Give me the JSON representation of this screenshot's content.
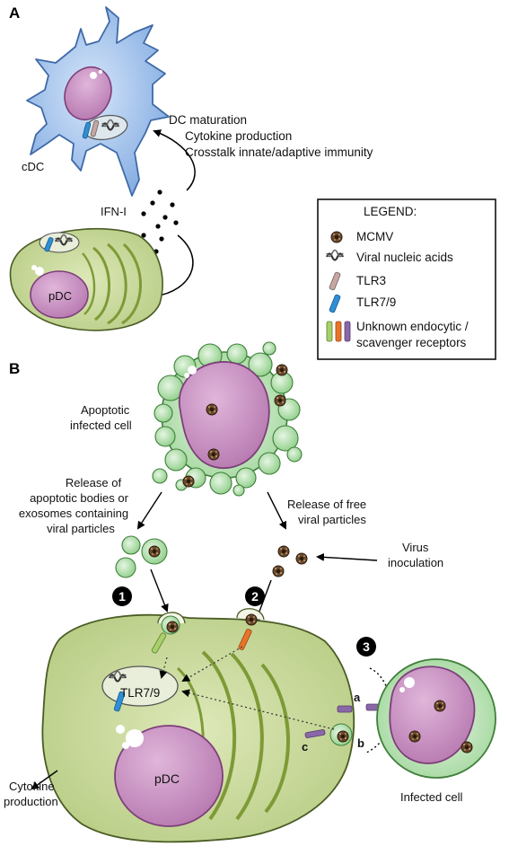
{
  "panels": {
    "a": "A",
    "b": "B"
  },
  "panel_a": {
    "cdc_label": "cDC",
    "pdc_label": "pDC",
    "ifn_label": "IFN-I",
    "effects": [
      "DC maturation",
      "Cytokine production",
      "Crosstalk innate/adaptive immunity"
    ]
  },
  "legend": {
    "title": "LEGEND:",
    "items": [
      {
        "label": "MCMV",
        "icon": "mcmv-virion-icon"
      },
      {
        "label": "Viral nucleic acids",
        "icon": "viral-nucleic-acid-icon"
      },
      {
        "label": "TLR3",
        "icon": "tlr3-icon"
      },
      {
        "label": "TLR7/9",
        "icon": "tlr79-icon"
      },
      {
        "label_lines": [
          "Unknown endocytic /",
          "scavenger receptors"
        ],
        "icon": "scavenger-receptors-icon"
      }
    ]
  },
  "panel_b": {
    "apoptotic_lines": [
      "Apoptotic",
      "infected cell"
    ],
    "release_bodies_lines": [
      "Release of",
      "apoptotic bodies or",
      "exosomes containing",
      "viral particles"
    ],
    "release_free_lines": [
      "Release of free",
      "viral particles"
    ],
    "virus_inoculation_lines": [
      "Virus",
      "inoculation"
    ],
    "route_1": "1",
    "route_2": "2",
    "route_3": "3",
    "tlr_label": "TLR7/9",
    "pdc_label": "pDC",
    "cytokine_lines": [
      "Cytokine",
      "production"
    ],
    "infected_cell_label": "Infected cell",
    "contact_a": "a",
    "contact_b": "b",
    "contact_c": "c"
  },
  "colors": {
    "cdc_body": "#a9c8ee",
    "nucleus": "#c58fc0",
    "pdc_cytoplasm": "#c8d79f",
    "green_cell": "#cfeacb",
    "green_arc": "#7e9a36",
    "tlr3": "#caa5a0",
    "tlr79": "#2e8fd6",
    "receptor_green": "#a8d06a",
    "receptor_orange": "#e8742a",
    "receptor_purple": "#8a68a8",
    "virion": "#5b3a22"
  }
}
